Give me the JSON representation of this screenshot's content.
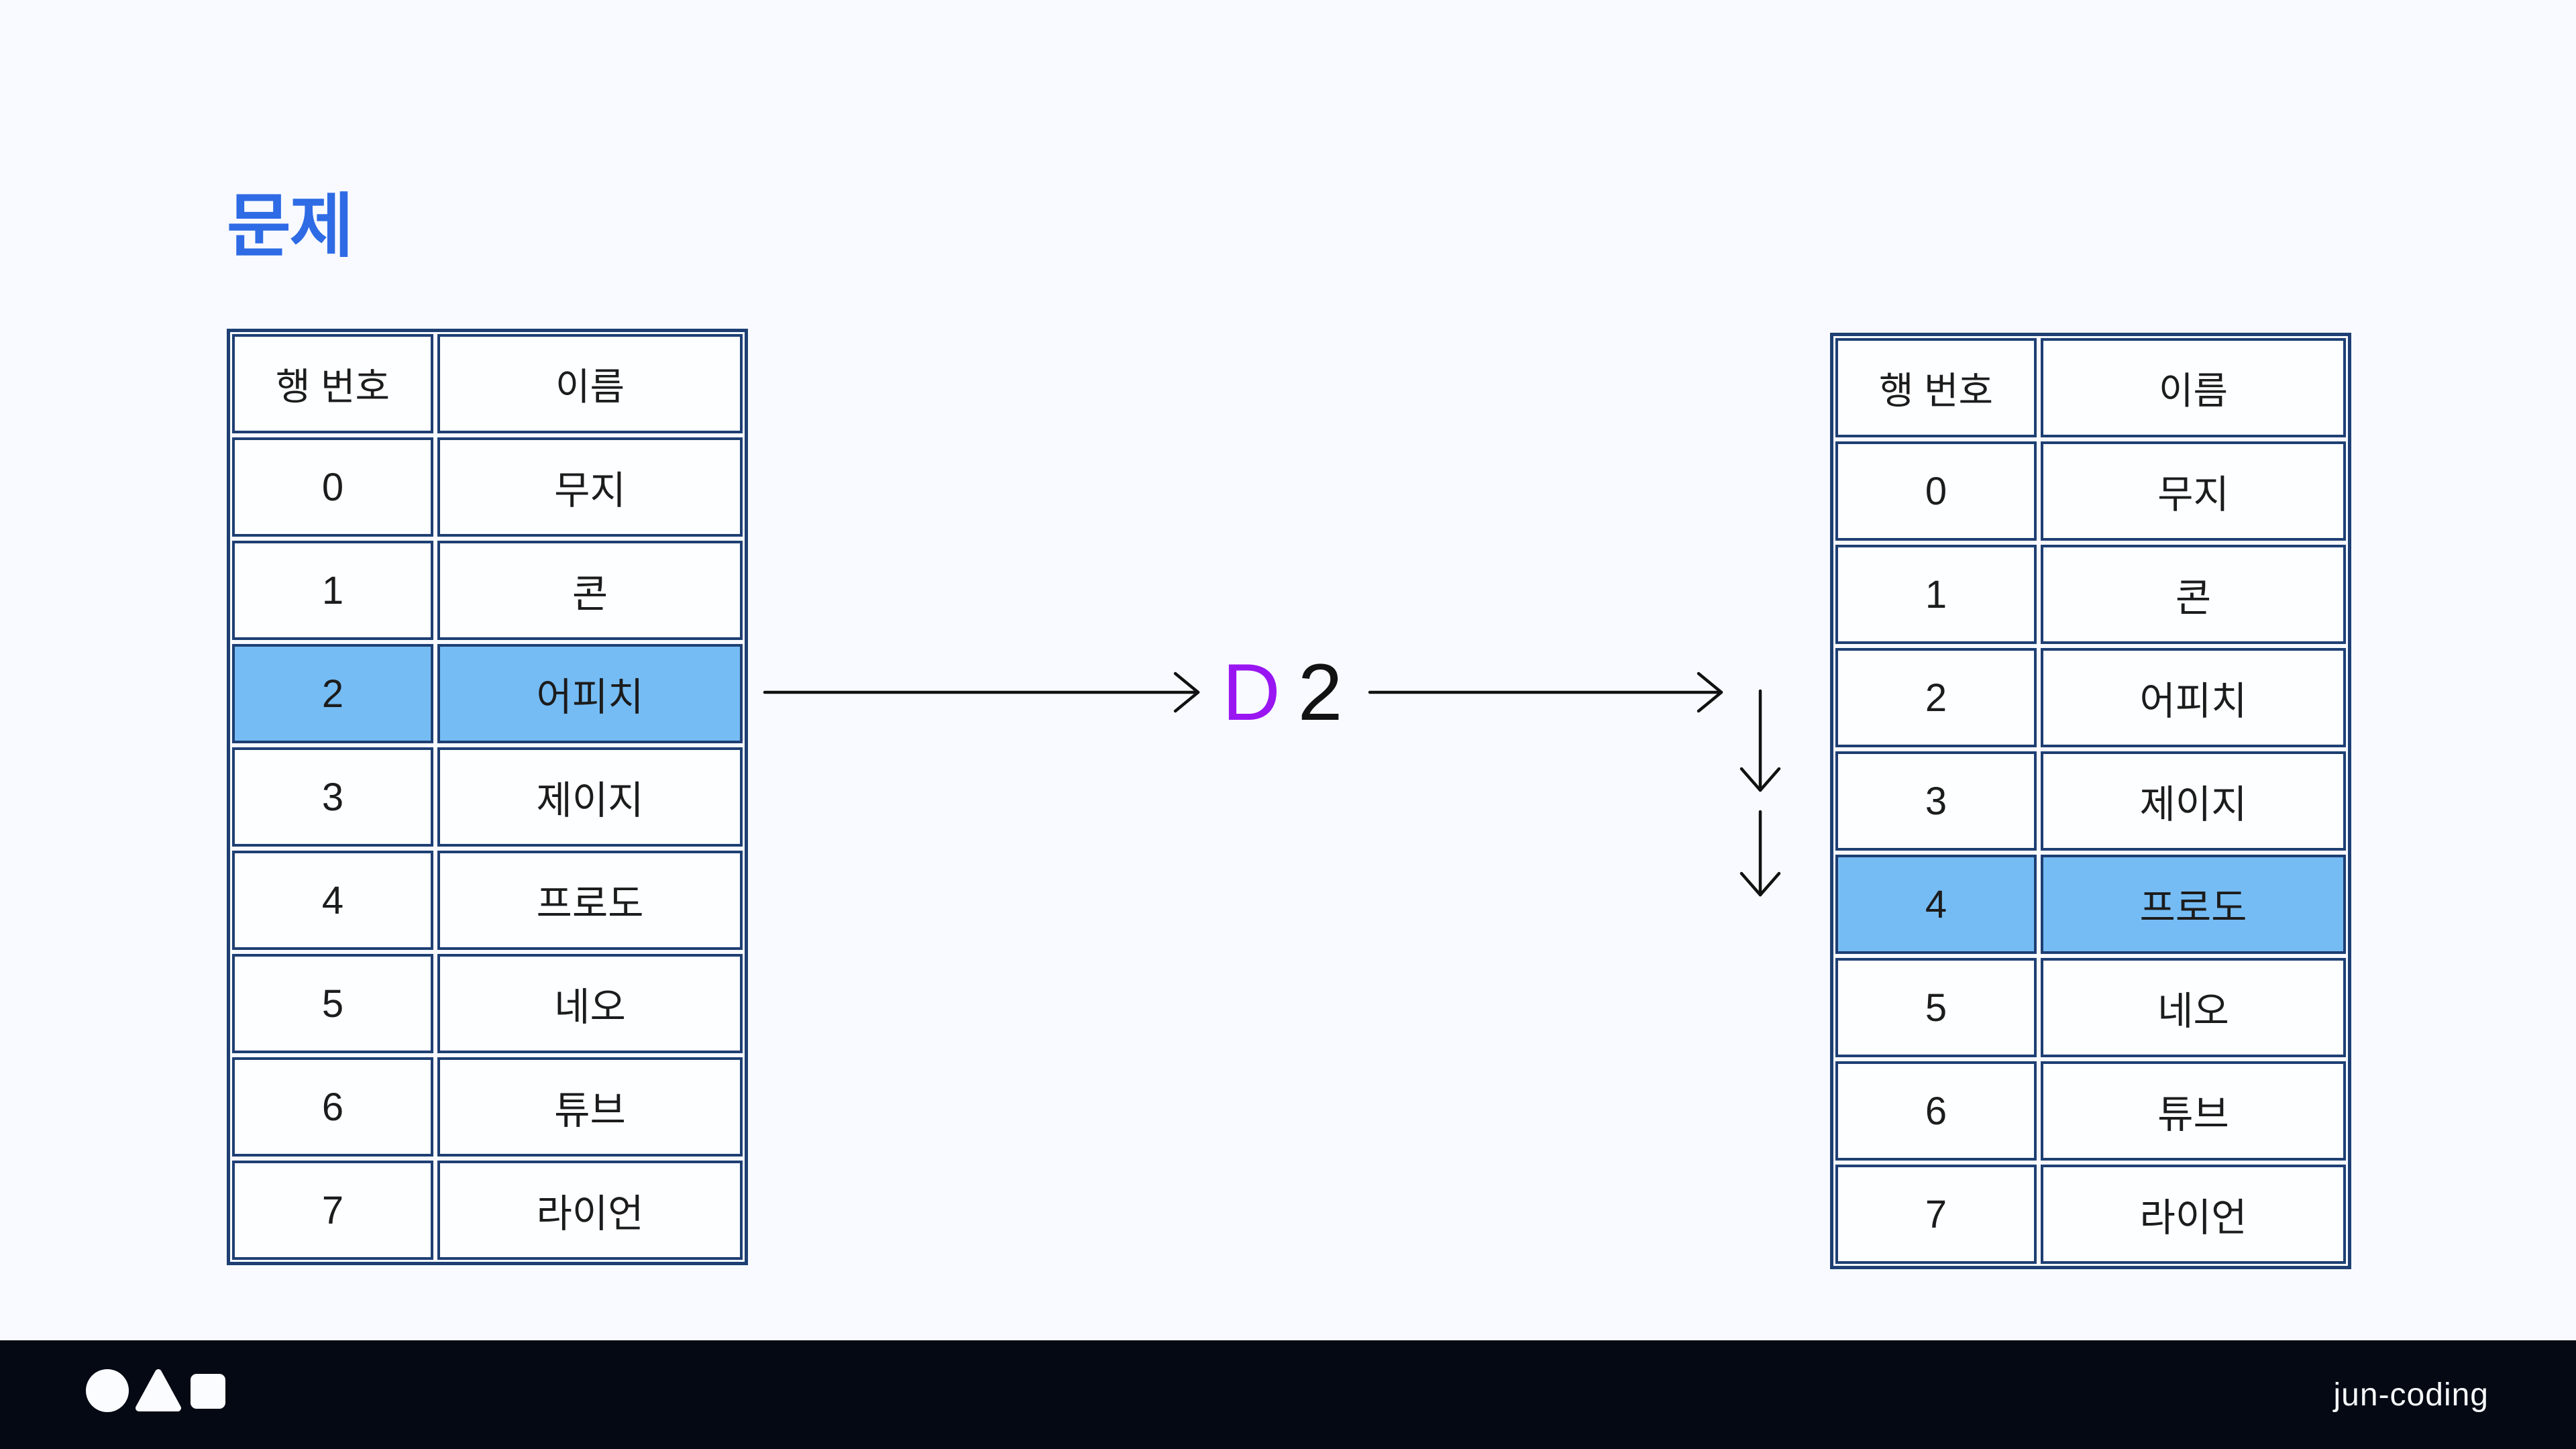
{
  "slide": {
    "title": "문제"
  },
  "tables": {
    "left": {
      "headers": [
        "행 번호",
        "이름"
      ],
      "rows": [
        [
          "0",
          "무지"
        ],
        [
          "1",
          "콘"
        ],
        [
          "2",
          "어피치"
        ],
        [
          "3",
          "제이지"
        ],
        [
          "4",
          "프로도"
        ],
        [
          "5",
          "네오"
        ],
        [
          "6",
          "튜브"
        ],
        [
          "7",
          "라이언"
        ]
      ],
      "highlighted_row_index": 2
    },
    "right": {
      "headers": [
        "행 번호",
        "이름"
      ],
      "rows": [
        [
          "0",
          "무지"
        ],
        [
          "1",
          "콘"
        ],
        [
          "2",
          "어피치"
        ],
        [
          "3",
          "제이지"
        ],
        [
          "4",
          "프로도"
        ],
        [
          "5",
          "네오"
        ],
        [
          "6",
          "튜브"
        ],
        [
          "7",
          "라이언"
        ]
      ],
      "highlighted_row_index": 4
    }
  },
  "operation": {
    "letter": "D",
    "argument": "2"
  },
  "footer": {
    "brand": "jun-coding",
    "logo_shapes": [
      "circle",
      "triangle",
      "square"
    ]
  },
  "colors": {
    "background": "#F8FAFF",
    "title_blue": "#2E6BE5",
    "table_border": "#1E3F73",
    "cell_background": "#FDFEFF",
    "highlight_blue": "#75BCF4",
    "operation_purple": "#9916F2",
    "arrow_black": "#111111",
    "footer_bar": "#040913",
    "footer_text": "#F7F9FC"
  }
}
